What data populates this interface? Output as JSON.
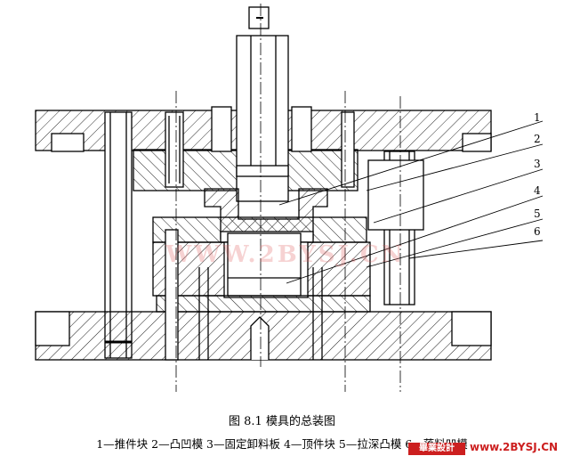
{
  "figure": {
    "title": "图 8.1    模具的总装图",
    "legend": "1—推件块 2—凸凹模 3—固定卸料板 4—顶件块 5—拉深凸模 6—落料凹模",
    "part_numbers": [
      "1",
      "2",
      "3",
      "4",
      "5",
      "6"
    ]
  },
  "watermarks": {
    "drawing_text": "WWW.2BYSJ.CN",
    "logo_text": "畢業設計",
    "site_url": "www.2BYSJ.CN"
  },
  "colors": {
    "line": "#000000",
    "watermark": "#cc1f1f"
  }
}
